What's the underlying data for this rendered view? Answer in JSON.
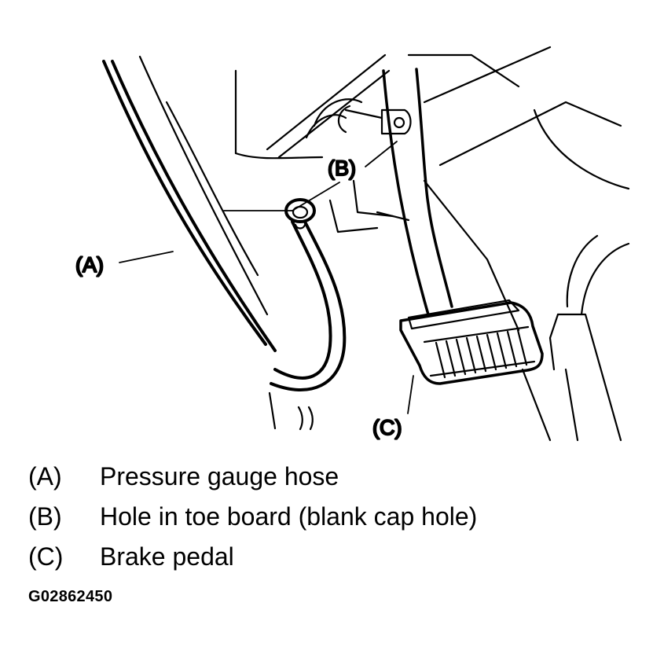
{
  "callouts": {
    "a": "(A)",
    "b": "(B)",
    "c": "(C)"
  },
  "legend": [
    {
      "key": "(A)",
      "text": "Pressure gauge hose"
    },
    {
      "key": "(B)",
      "text": "Hole in toe board (blank cap hole)"
    },
    {
      "key": "(C)",
      "text": "Brake pedal"
    }
  ],
  "figure_id": "G02862450"
}
